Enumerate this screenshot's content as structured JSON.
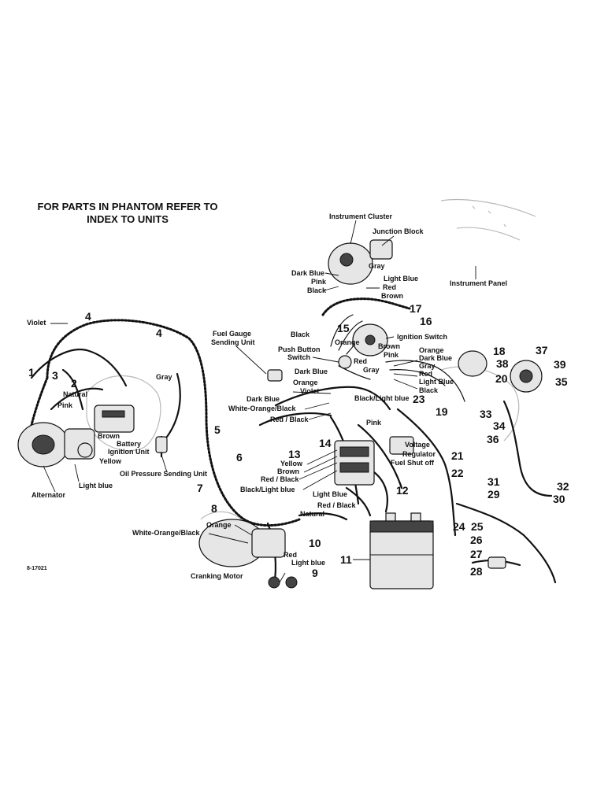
{
  "header": {
    "line1": "FOR PARTS IN PHANTOM REFER TO",
    "line2": "INDEX TO UNITS"
  },
  "figure_code": "8-17021",
  "components": {
    "instrument_cluster": "Instrument Cluster",
    "junction_block": "Junction Block",
    "instrument_panel": "Instrument Panel",
    "fuel_gauge_sending_unit_1": "Fuel Gauge",
    "fuel_gauge_sending_unit_2": "Sending Unit",
    "push_button_switch_1": "Push Button",
    "push_button_switch_2": "Switch",
    "ignition_switch": "Ignition Switch",
    "battery_ignition_unit_1": "Battery",
    "battery_ignition_unit_2": "Ignition Unit",
    "oil_pressure_sending_unit": "Oil Pressure Sending Unit",
    "alternator": "Alternator",
    "cranking_motor": "Cranking Motor",
    "voltage_regulator_1": "Voltage",
    "voltage_regulator_2": "Regulator",
    "fuel_shut_off": "Fuel Shut off"
  },
  "wire_labels": {
    "violet_left": "Violet",
    "natural_left": "Natural",
    "pink_left": "Pink",
    "brown_left": "Brown",
    "yellow_left": "Yellow",
    "light_blue_left": "Light blue",
    "gray_left": "Gray",
    "dark_blue_top": "Dark Blue",
    "pink_top": "Pink",
    "black_top": "Black",
    "gray_top": "Gray",
    "light_blue_top": "Light Blue",
    "red_top": "Red",
    "brown_top": "Brown",
    "black_15": "Black",
    "orange_15": "Orange",
    "brown_16": "Brown",
    "pink_16": "Pink",
    "red_push": "Red",
    "gray_push": "Gray",
    "orange_r": "Orange",
    "dark_blue_r": "Dark Blue",
    "gray_r": "Gray",
    "red_r": "Red",
    "light_blue_r": "Light Blue",
    "black_r": "Black",
    "dark_blue_m1": "Dark Blue",
    "orange_m": "Orange",
    "dark_blue_m2": "Dark Blue",
    "violet_m": "Violet",
    "white_orange_black_m": "White-Orange/Black",
    "black_light_blue_m": "Black/Light blue",
    "red_black_m": "Red / Black",
    "pink_m": "Pink",
    "yellow_m": "Yellow",
    "brown_m": "Brown",
    "red_black_m2": "Red / Black",
    "black_light_blue_m2": "Black/Light blue",
    "light_blue_m": "Light Blue",
    "red_black_m3": "Red / Black",
    "orange_cm": "Orange",
    "white_orange_black_cm": "White-Orange/Black",
    "natural_cm": "Natural",
    "red_cm": "Red",
    "light_blue_cm": "Light blue"
  },
  "callouts": [
    "1",
    "2",
    "3",
    "4",
    "4",
    "5",
    "6",
    "7",
    "8",
    "9",
    "10",
    "11",
    "12",
    "13",
    "14",
    "15",
    "16",
    "17",
    "18",
    "19",
    "20",
    "21",
    "22",
    "23",
    "24",
    "25",
    "26",
    "27",
    "28",
    "29",
    "30",
    "31",
    "32",
    "33",
    "34",
    "35",
    "36",
    "37",
    "38",
    "39"
  ]
}
